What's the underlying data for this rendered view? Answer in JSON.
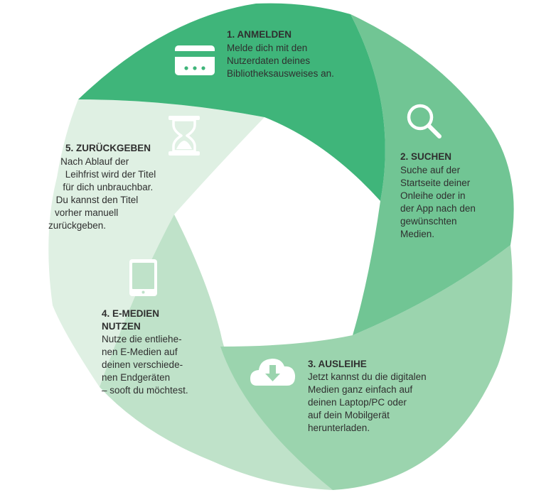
{
  "colors": {
    "step1": "#3fb57a",
    "step2": "#71c594",
    "step3": "#9bd4ae",
    "step4": "#bfe2c9",
    "step5": "#dff0e3",
    "text": "#2f2f2f",
    "icon": "#ffffff"
  },
  "steps": [
    {
      "title": "1. ANMELDEN",
      "lines": [
        "Melde dich mit den",
        "Nutzerdaten deines",
        "Bibliotheksausweises an."
      ],
      "icon": "id-card-icon"
    },
    {
      "title": "2. SUCHEN",
      "lines": [
        "Suche auf der",
        "Startseite deiner",
        "Onleihe oder in",
        "der App nach den",
        "gewünschten",
        "Medien."
      ],
      "icon": "search-icon"
    },
    {
      "title": "3. AUSLEIHE",
      "lines": [
        "Jetzt kannst du die digitalen",
        "Medien ganz einfach auf",
        "deinen Laptop/PC oder",
        "auf dein Mobilgerät",
        "herunterladen."
      ],
      "icon": "cloud-download-icon"
    },
    {
      "title_lines": [
        "4. E-MEDIEN",
        "NUTZEN"
      ],
      "lines": [
        "Nutze die entliehe-",
        "nen E-Medien auf",
        "deinen verschiede-",
        "nen Endgeräten",
        "– sooft du möchtest."
      ],
      "icon": "tablet-icon"
    },
    {
      "title": "5. ZURÜCKGEBEN",
      "lines": [
        "Nach Ablauf der",
        "Leihfrist wird der Titel",
        "für dich unbrauchbar.",
        "Du kannst den Titel",
        "vorher manuell",
        "zurückgeben."
      ],
      "icon": "hourglass-icon"
    }
  ]
}
